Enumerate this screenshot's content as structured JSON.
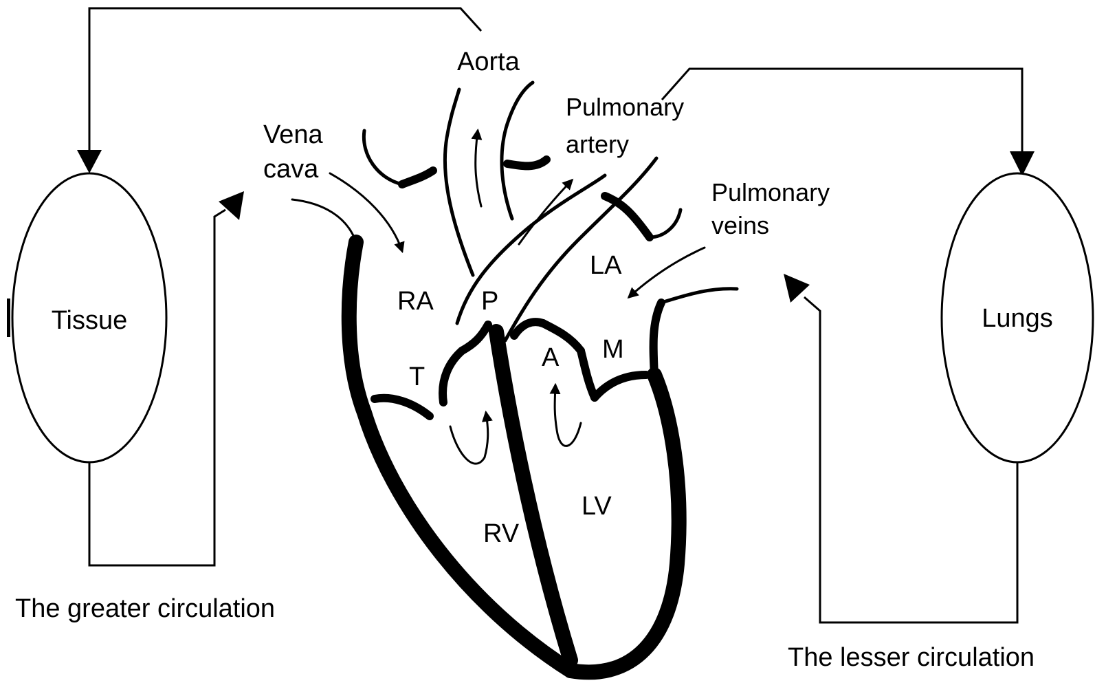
{
  "labels": {
    "aorta": "Aorta",
    "vena_cava_line1": "Vena",
    "vena_cava_line2": "cava",
    "pulmonary_artery_line1": "Pulmonary",
    "pulmonary_artery_line2": "artery",
    "pulmonary_veins_line1": "Pulmonary",
    "pulmonary_veins_line2": "veins",
    "right_atrium": "RA",
    "left_atrium": "LA",
    "pulmonary_valve": "P",
    "tricuspid_valve": "T",
    "aortic_valve": "A",
    "mitral_valve": "M",
    "right_ventricle": "RV",
    "left_ventricle": "LV"
  },
  "organs": {
    "tissue": "Tissue",
    "lungs": "Lungs"
  },
  "captions": {
    "greater": "The greater circulation",
    "lesser": "The lesser circulation"
  }
}
